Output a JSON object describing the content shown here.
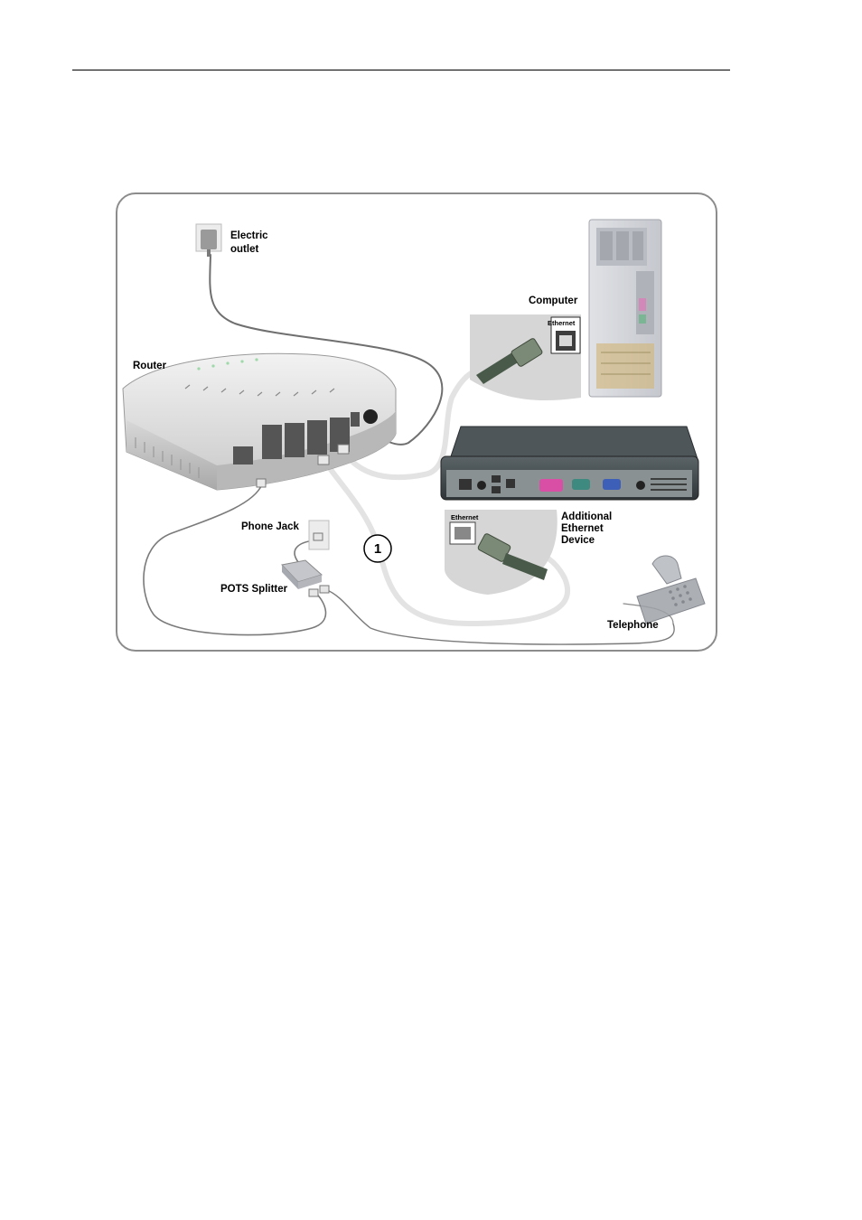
{
  "labels": {
    "electric_outlet_line1": "Electric",
    "electric_outlet_line2": "outlet",
    "computer": "Computer",
    "router": "Router",
    "ethernet_computer": "Ethernet",
    "ethernet_device": "Ethernet",
    "additional_line1": "Additional",
    "additional_line2": "Ethernet",
    "additional_line3": "Device",
    "phone_jack": "Phone Jack",
    "pots_splitter": "POTS Splitter",
    "telephone": "Telephone",
    "step_number": "1"
  },
  "icons": [
    "power-adapter-icon",
    "desktop-tower-icon",
    "ethernet-port-icon",
    "ethernet-plug-icon",
    "router-icon",
    "laptop-icon",
    "phone-jack-icon",
    "pots-splitter-icon",
    "telephone-icon"
  ]
}
